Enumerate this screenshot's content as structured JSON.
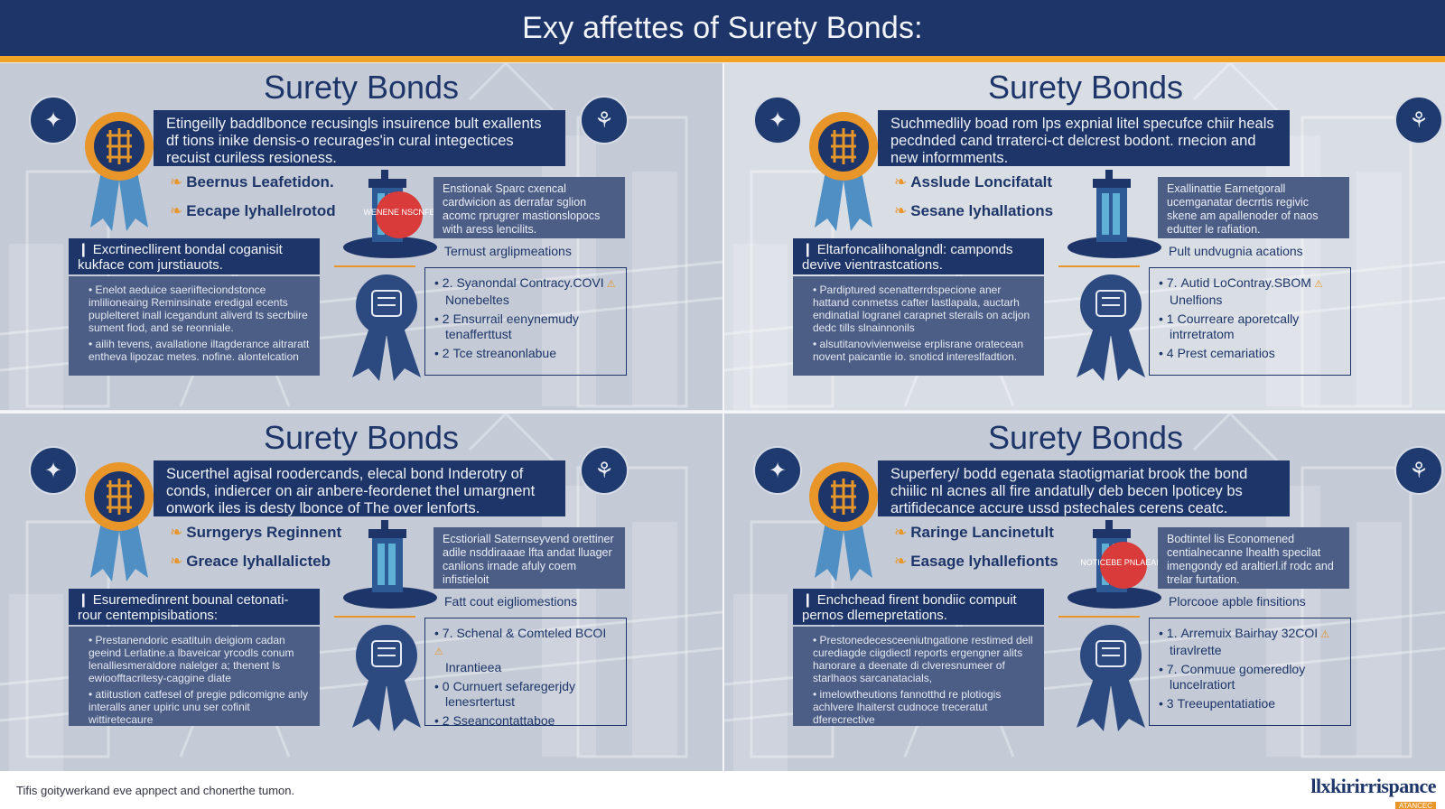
{
  "header": {
    "title": "Exy affettes of Surety Bonds:"
  },
  "colors": {
    "navy": "#1d3568",
    "accent": "#f0a325",
    "box": "#4c5e86"
  },
  "panels": [
    {
      "title": "Surety Bonds",
      "left_icon": "bird-icon",
      "right_icon": "anchor-icon",
      "intro": "Etingeilly baddlbonce recusingls insuirence bult exallents df tions inike densis-o recurages'in cural integectices recuist curiless resioness.",
      "sub_labels": [
        "Beernus Leafetidon.",
        "Eecape lyhallelrotod"
      ],
      "tower_label": "WENENE NSCNFE",
      "side_box": "Enstionak Sparc cxencal cardwicion as derrafar sglion acomc rprugrer mastionslopocs with aress lencilits.",
      "side_caption": "Ternust arglipmeations",
      "left_head": "Excrtinecllirent bondal coganisit kukface com jurstiauots.",
      "left_body": [
        "Enelot aeduice saeriifteciondstonce imlilioneaing Reminsinate eredigal ecents puplelteret inall icegandunt aliverd ts secrbiire sument fiod, and se reonniale.",
        "ailih tevens, avallatione iltagderance aitraratt entheva lipozac metes. nofine. alontelcation"
      ],
      "list": [
        {
          "num": "2.",
          "text": "Syanondal Contracy.COVI",
          "sub": "Nonebeltes"
        },
        {
          "num": "2",
          "text": "Ensurrail eenynemudy",
          "sub": "tenafferttust"
        },
        {
          "num": "2",
          "text": "Tce streanonlabue",
          "sub": ""
        }
      ]
    },
    {
      "title": "Surety Bonds",
      "left_icon": "bird-icon",
      "right_icon": "shield-icon",
      "intro": "Suchmedlily boad rom lps expnial litel specufce chiir heals pecdnded cand trraterci-ct delcrest bodont. rnecion and new informments.",
      "sub_labels": [
        "Asslude Loncifatalt",
        "Sesane lyhallations"
      ],
      "tower_label": "",
      "side_box": "Exallinattie Earnetgorall ucemganatar decrrtis regivic skene am apallenoder of naos edutter le rafiation.",
      "side_caption": "Pult undvugnia acations",
      "left_head": "Eltarfoncalihonalgndl: camponds devive vientrastcations.",
      "left_body": [
        "Pardiptured scenatterrdspecione aner hattand conmetss cafter lastlapala, auctarh endinatial logranel carapnet sterails on acljon dedc tills slnainnonils",
        "alsutitanovivienweise erplisrane oratecean novent paicantie io. snoticd intereslfadtion."
      ],
      "list": [
        {
          "num": "7.",
          "text": "Autid LoContray.SBOM",
          "sub": "Unelfions"
        },
        {
          "num": "1",
          "text": "Courreare aporetcally",
          "sub": "intrretratom"
        },
        {
          "num": "4",
          "text": "Prest cemariatios",
          "sub": ""
        }
      ]
    },
    {
      "title": "Surety Bonds",
      "left_icon": "bird-icon",
      "right_icon": "shield-icon",
      "intro": "Sucerthel agisal roodercands, elecal bond Inderotry of conds, indiercer on air anbere-feordenet thel umargnent onwork iles is desty lbonce of The over lenforts.",
      "sub_labels": [
        "Surngerys Reginnent",
        "Greace lyhallalicteb"
      ],
      "tower_label": "",
      "side_box": "Ecstioriall Saternseyvend orettiner adile nsddiraaae lfta andat lluager canlions irnade afuly coem infistieloit",
      "side_caption": "Fatt cout eigliomestions",
      "left_head": "Esuremedinrent bounal cetonati- rour centempisibations:",
      "left_body": [
        "Prestanendoric esatituin deigiom cadan geeind Lerlatine.a lbaveicar yrcodls conum lenalliesmeraldore nalelger a; thenent ls ewioofftacritesy-caggine diate",
        "atiitustion catfesel of pregie pdicomigne anly interalls aner upiric unu ser cofinit wittiretecaure"
      ],
      "list": [
        {
          "num": "7.",
          "text": "Schenal & Comteled BCOI",
          "sub": "Inrantieea"
        },
        {
          "num": "0",
          "text": "Curnuert sefaregerjdy",
          "sub": "lenesrtertust"
        },
        {
          "num": "2",
          "text": "Sseancontattaboe",
          "sub": ""
        }
      ]
    },
    {
      "title": "Surety Bonds",
      "left_icon": "bird-icon",
      "right_icon": "anchor-icon",
      "intro": "Superfery/ bodd egenata staotigmariat brook the bond chiilic nl acnes all fire andatully deb becen lpoticey bs artifidecance accure ussd pstechales cerens ceatc.",
      "sub_labels": [
        "Raringe Lancinetult",
        "Easage lyhallefionts"
      ],
      "tower_label": "NOTICEBE PNLAEALD",
      "side_box": "Bodtintel lis Economened centialnecanne lhealth specilat imengondy ed araltierl.if rodc and trelar furtation.",
      "side_caption": "Plorcooe apble finsitions",
      "left_head": "Enchchead firent bondiic compuit pernos dlemepretations.",
      "left_body": [
        "Prestonedecesceeniutngatione restimed dell curediagde ciigdiectl reports ergengner alits hanorare a deenate di clveresnumeer of starlhaos sarcanatacials,",
        "imelowtheutions fannotthd re plotiogis achlvere lhaiterst cudnoce treceratut dferecrective"
      ],
      "list": [
        {
          "num": "1.",
          "text": "Arremuix Bairhay 32COI",
          "sub": "tiravlrette"
        },
        {
          "num": "7.",
          "text": "Conmuue gomeredloy",
          "sub": "luncelratiort"
        },
        {
          "num": "3",
          "text": "Treeupentatiatioe",
          "sub": ""
        }
      ]
    }
  ],
  "footer": {
    "text": "Tifis goitywerkand eve apnpect and chonerthe tumon.",
    "logo": "llxkirirrispance",
    "logo_sub": "ATANCEC"
  }
}
